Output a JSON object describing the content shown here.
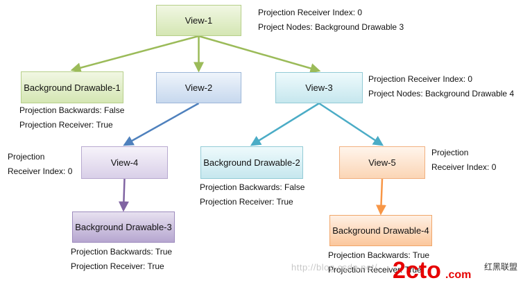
{
  "nodes": {
    "view1": "View-1",
    "bg1": "Background Drawable-1",
    "view2": "View-2",
    "view3": "View-3",
    "view4": "View-4",
    "bg2": "Background Drawable-2",
    "view5": "View-5",
    "bg3": "Background Drawable-3",
    "bg4": "Background Drawable-4"
  },
  "notes": {
    "view1": [
      "Projection Receiver Index: 0",
      "Project Nodes: Background Drawable 3"
    ],
    "view3": [
      "Projection Receiver Index: 0",
      "Project Nodes: Background Drawable 4"
    ],
    "bg1": [
      "Projection Backwards: False",
      "Projection Receiver: True"
    ],
    "view4": [
      "Projection",
      "Receiver Index: 0"
    ],
    "bg2": [
      "Projection Backwards: False",
      "Projection Receiver: True"
    ],
    "view5": [
      "Projection",
      "Receiver Index: 0"
    ],
    "bg3": [
      "Projection Backwards: True",
      "Projection Receiver: True"
    ],
    "bg4": [
      "Projection Backwards: True",
      "Projection Receiver: True"
    ]
  },
  "edges": [
    {
      "from": "view1",
      "to": "bg1",
      "color": "#9bbb59"
    },
    {
      "from": "view1",
      "to": "view2",
      "color": "#9bbb59"
    },
    {
      "from": "view1",
      "to": "view3",
      "color": "#9bbb59"
    },
    {
      "from": "view2",
      "to": "view4",
      "color": "#4f81bd"
    },
    {
      "from": "view3",
      "to": "bg2",
      "color": "#4bacc6"
    },
    {
      "from": "view3",
      "to": "view5",
      "color": "#4bacc6"
    },
    {
      "from": "view4",
      "to": "bg3",
      "color": "#8064a2"
    },
    {
      "from": "view5",
      "to": "bg4",
      "color": "#f79646"
    }
  ],
  "watermark": {
    "url_text": "http://blog.csdn.net/",
    "logo_text": "2cto",
    "logo_dot": ".com",
    "logo_cn": "红黑联盟"
  }
}
